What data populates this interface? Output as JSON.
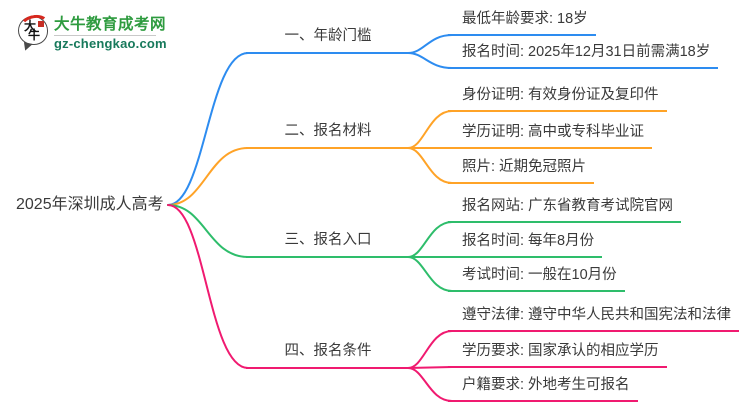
{
  "logo": {
    "icon_chars": "大牛",
    "title": "大牛教育成考网",
    "subtitle": "gz-chengkao.com"
  },
  "root": {
    "label": "2025年深圳成人高考"
  },
  "colors": {
    "blue": "#2d8cf0",
    "orange": "#ffa327",
    "green": "#2ebd6b",
    "pink": "#f01a70"
  },
  "branches": [
    {
      "label": "一、年龄门槛",
      "color": "#2d8cf0",
      "leaves": [
        "最低年龄要求: 18岁",
        "报名时间: 2025年12月31日前需满18岁"
      ]
    },
    {
      "label": "二、报名材料",
      "color": "#ffa327",
      "leaves": [
        "身份证明: 有效身份证及复印件",
        "学历证明: 高中或专科毕业证",
        "照片: 近期免冠照片"
      ]
    },
    {
      "label": "三、报名入口",
      "color": "#2ebd6b",
      "leaves": [
        "报名网站: 广东省教育考试院官网",
        "报名时间: 每年8月份",
        "考试时间: 一般在10月份"
      ]
    },
    {
      "label": "四、报名条件",
      "color": "#f01a70",
      "leaves": [
        "遵守法律: 遵守中华人民共和国宪法和法律",
        "学历要求: 国家承认的相应学历",
        "户籍要求: 外地考生可报名"
      ]
    }
  ]
}
